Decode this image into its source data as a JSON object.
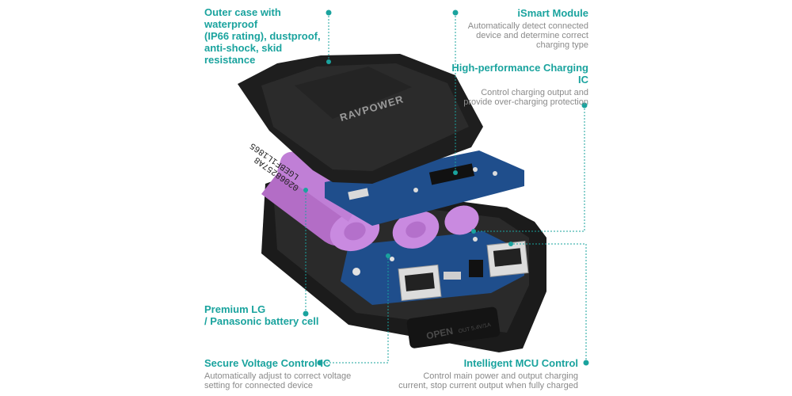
{
  "colors": {
    "accent": "#1aa39e",
    "description_text": "#8a8a8a",
    "case": "#1e1e1e",
    "battery": "#c080d4",
    "pcb": "#1f4e8c"
  },
  "product": {
    "logo_text": "RAVPOWER",
    "cell_markings": [
      "LGEBF1L1865",
      "02068257A8"
    ],
    "case_marking": "OPEN",
    "port_marking": "OUT 5.4V/1A"
  },
  "callouts": {
    "outer_case": {
      "title_lines": [
        "Outer case with waterproof",
        "(IP66 rating),  dustproof,",
        "anti-shock, skid resistance"
      ]
    },
    "ismart": {
      "title": "iSmart Module",
      "desc_lines": [
        "Automatically detect connected",
        "device and determine correct",
        "charging type"
      ]
    },
    "charging_ic": {
      "title": "High-performance Charging IC",
      "desc_lines": [
        "Control charging output and",
        "provide over-charging protection"
      ]
    },
    "battery_cell": {
      "title_lines": [
        "Premium LG",
        "/ Panasonic battery cell"
      ]
    },
    "voltage_ic": {
      "title": "Secure Voltage Control IC",
      "desc_lines": [
        "Automatically adjust to correct voltage",
        "setting for connected device"
      ]
    },
    "mcu": {
      "title": "Intelligent MCU Control",
      "desc_lines": [
        "Control main power and output charging",
        "current, stop current output when fully charged"
      ]
    }
  }
}
